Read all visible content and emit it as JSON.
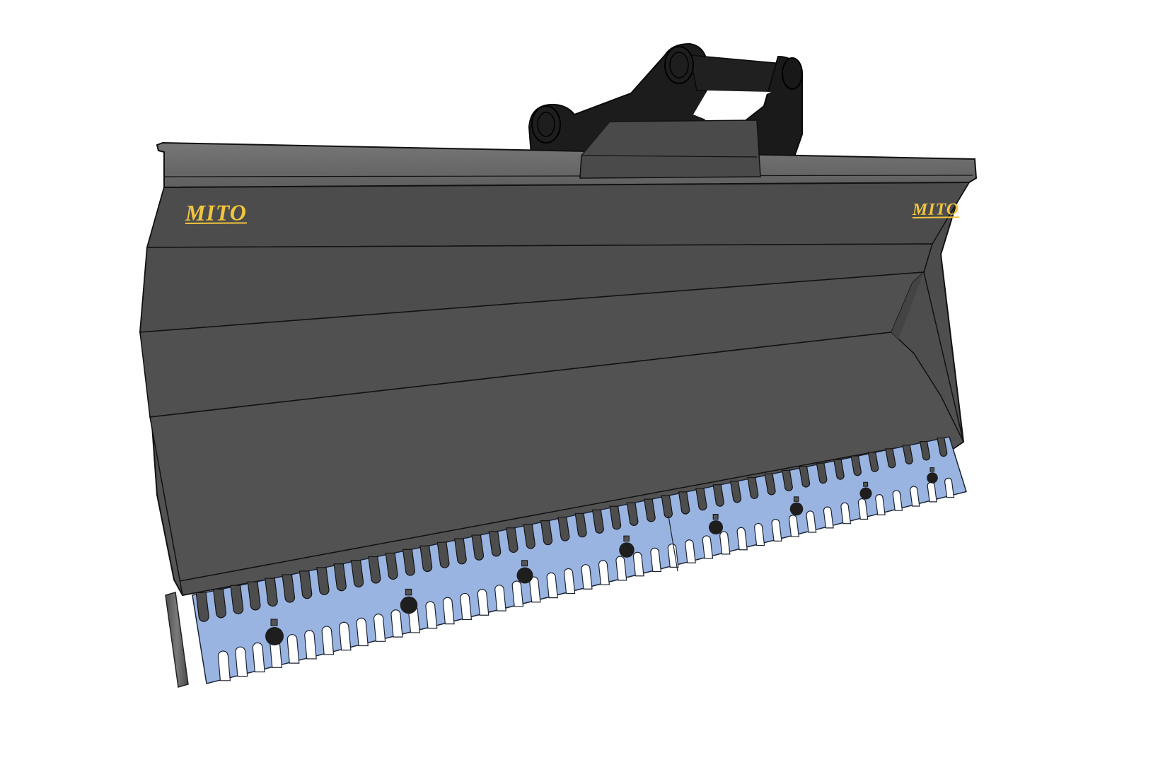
{
  "image": {
    "subject": "Excavator grading blade with quick-coupler bracket and comb-toothed wear edge",
    "background_color": "#ffffff"
  },
  "brand": {
    "left_label": "MITO",
    "right_label": "MITO",
    "label_color": "#f2c53d"
  },
  "colors": {
    "blade_body": "#4e4e4e",
    "blade_body_light": "#5a5a5a",
    "top_lip": "#6b6b6b",
    "coupler_bracket": "#1c1c1c",
    "wear_edge": "#9ab4e2",
    "wear_edge_shadow": "#3a4a66",
    "bolt": "#1e1e1e",
    "outline": "#111111"
  },
  "components": [
    {
      "name": "top-lip",
      "description": "Flanged top rail"
    },
    {
      "name": "coupler-bracket",
      "description": "Black hitch bracket with two pin bosses and cross pin"
    },
    {
      "name": "moldboard",
      "description": "Dark grey curved blade face with horizontal panel seams"
    },
    {
      "name": "wear-edge",
      "description": "Light blue comb-toothed cutting edge in two sections"
    },
    {
      "name": "side-plate",
      "description": "Small grey end plate on left"
    }
  ],
  "bolts_count": 8
}
